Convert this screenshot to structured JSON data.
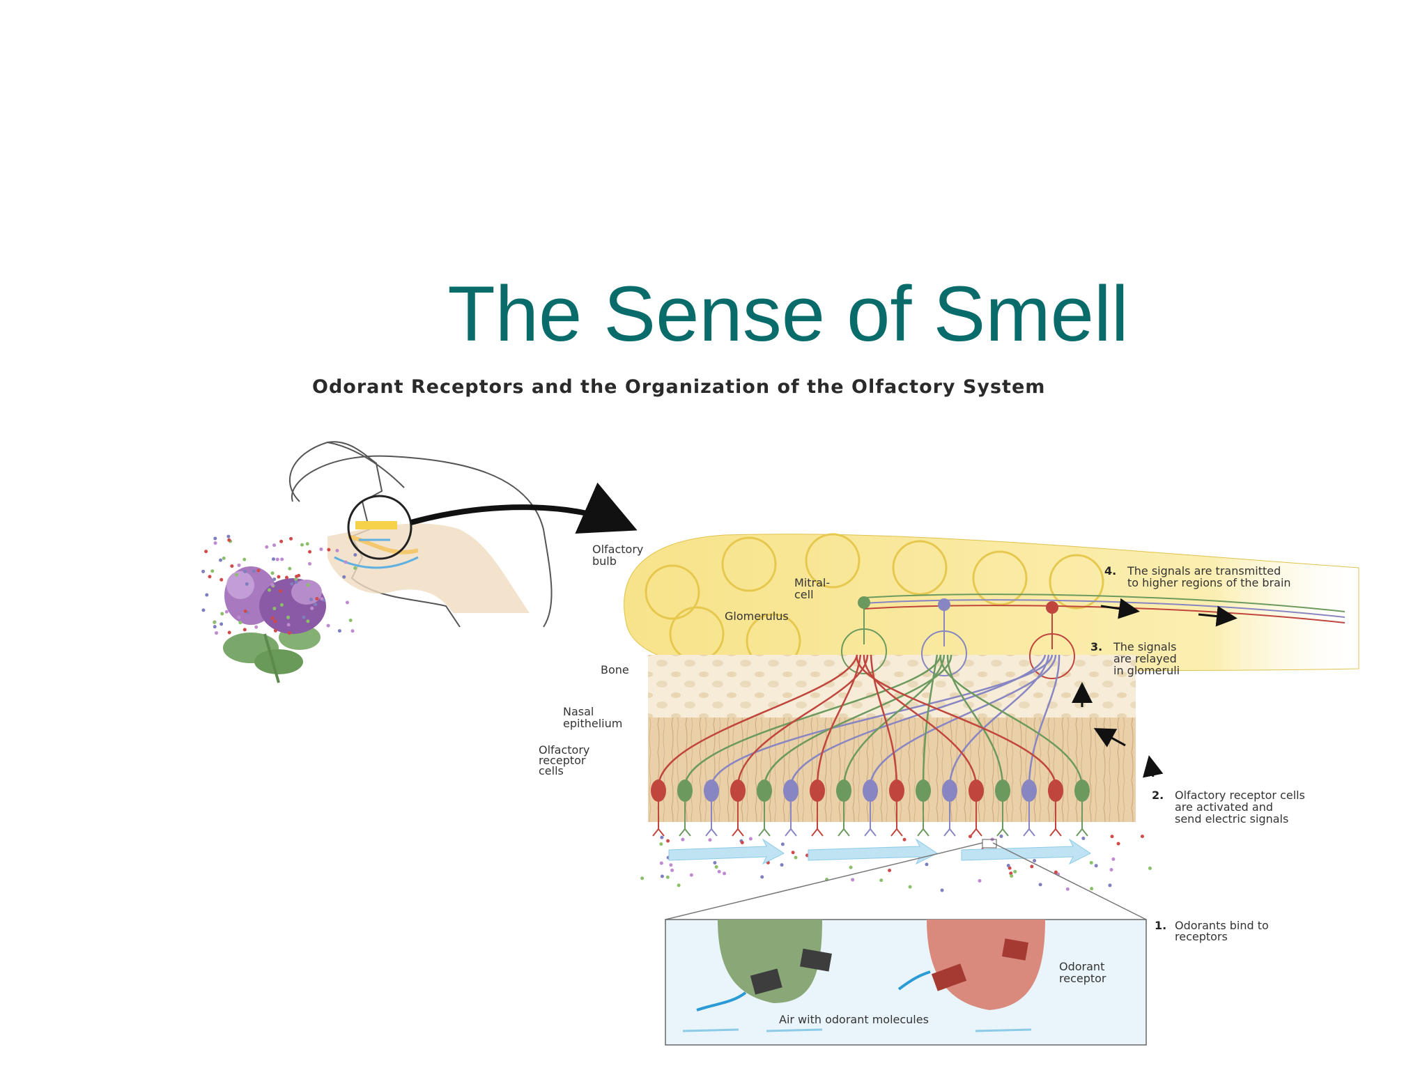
{
  "slide": {
    "title": "The Sense of Smell",
    "figure_title": "Odorant Receptors and the Organization of the Olfactory System"
  },
  "labels": {
    "olfactory_bulb": [
      "Olfactory",
      "bulb"
    ],
    "mitral_cell": [
      "Mitral-",
      "cell"
    ],
    "glomerulus": "Glomerulus",
    "bone": "Bone",
    "nasal_epithelium": [
      "Nasal",
      "epithelium"
    ],
    "olfactory_receptor_cells": [
      "Olfactory",
      "receptor",
      "cells"
    ],
    "odorant_receptor": [
      "Odorant",
      "receptor"
    ],
    "air_with_odorant": "Air with odorant molecules"
  },
  "steps": [
    {
      "num": "1.",
      "lines": [
        "Odorants bind to",
        "receptors"
      ]
    },
    {
      "num": "2.",
      "lines": [
        "Olfactory receptor cells",
        "are activated and",
        "send electric signals"
      ]
    },
    {
      "num": "3.",
      "lines": [
        "The signals",
        "are relayed",
        "in glomeruli"
      ]
    },
    {
      "num": "4.",
      "lines": [
        "The signals are transmitted",
        "to higher regions of the brain"
      ]
    }
  ],
  "colors": {
    "title": "#0a6b6b",
    "bulb": "#f7e38a",
    "bone": "#f3e7cf",
    "epithelium": "#ecd2aa",
    "cell_red": "#c0453d",
    "cell_green": "#6c9a5e",
    "cell_blue": "#8785c2",
    "flower": "#9a6bb0",
    "air_flow": "#8ccbe8"
  }
}
